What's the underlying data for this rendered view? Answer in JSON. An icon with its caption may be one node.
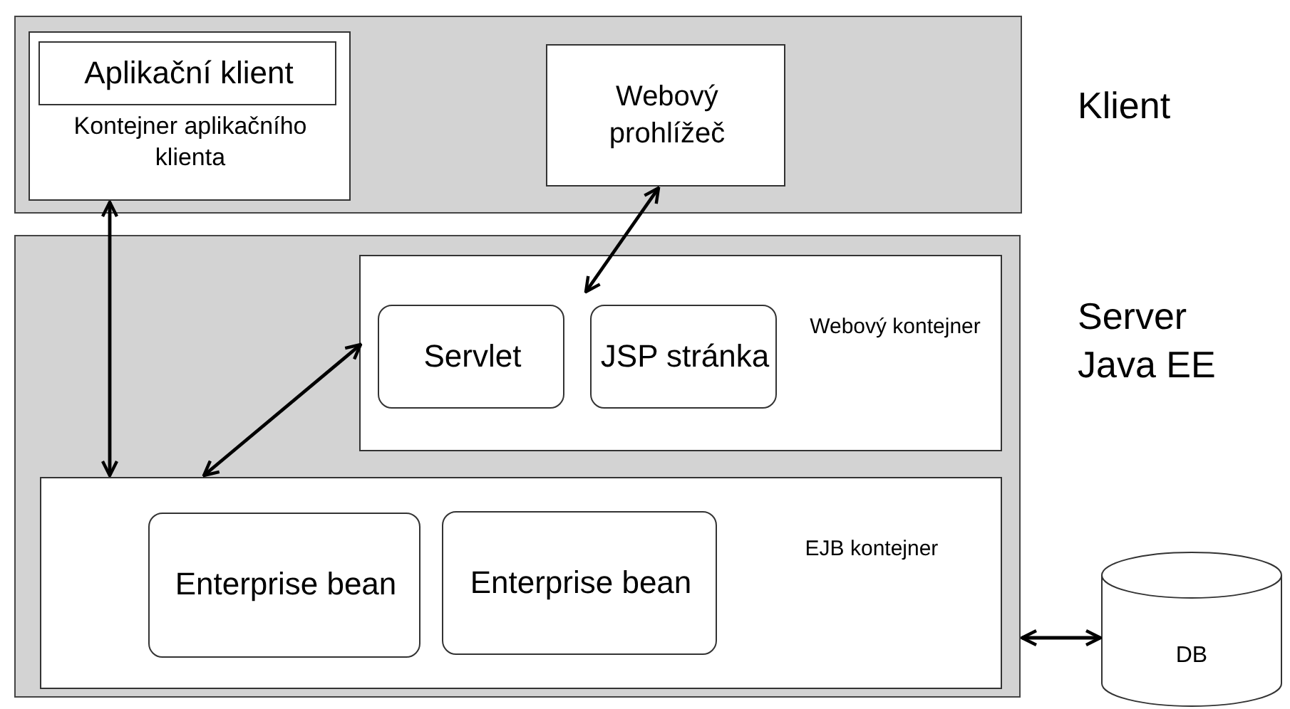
{
  "diagram": {
    "nodes": [
      {
        "text": [
          "Klient"
        ]
      },
      {
        "text": [
          "Kontejner aplikačního klienta"
        ],
        "in": 0
      },
      {
        "text": [
          "Aplikační klient"
        ],
        "in": 1
      },
      {
        "text": [
          "Webový prohlížeč"
        ],
        "in": 0
      },
      {
        "text": [
          "Server Java EE"
        ]
      },
      {
        "text": [
          "Webový kontejner"
        ],
        "in": 4
      },
      {
        "text": [
          "Servlet"
        ],
        "in": 5
      },
      {
        "text": [
          "JSP stránka"
        ],
        "in": 5
      },
      {
        "text": [
          "EJB kontejner"
        ],
        "in": 4
      },
      {
        "text": [
          "Enterprise bean"
        ],
        "in": 8
      },
      {
        "text": [
          "Enterprise bean"
        ],
        "in": 8
      },
      {
        "text": [
          "DB"
        ]
      }
    ],
    "edges": [
      {
        "from": 1,
        "to": 8,
        "arrow": "both"
      },
      {
        "from": 3,
        "to": 5,
        "arrow": "both"
      },
      {
        "from": 6,
        "to": 8,
        "arrow": "both"
      },
      {
        "from": 4,
        "to": 11,
        "arrow": "both"
      }
    ]
  }
}
